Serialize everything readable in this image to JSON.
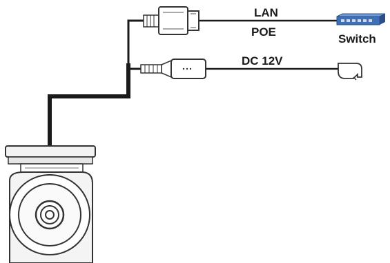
{
  "labels": {
    "lan": "LAN",
    "poe": "POE",
    "switch": "Switch",
    "dc": "DC 12V"
  },
  "colors": {
    "cable": "#1a1a1a",
    "switch_body": "#3f6fb5",
    "switch_top": "#6f9bd8",
    "switch_dark": "#2b4f86",
    "camera_body": "#f2f2f2",
    "outline": "#333333"
  },
  "icons": {
    "rj45_connector": "rj45-connector-icon",
    "dc_plug": "dc-plug-icon",
    "power_adapter": "power-adapter-icon",
    "network_switch": "network-switch-icon",
    "camera": "bullet-camera-icon"
  }
}
